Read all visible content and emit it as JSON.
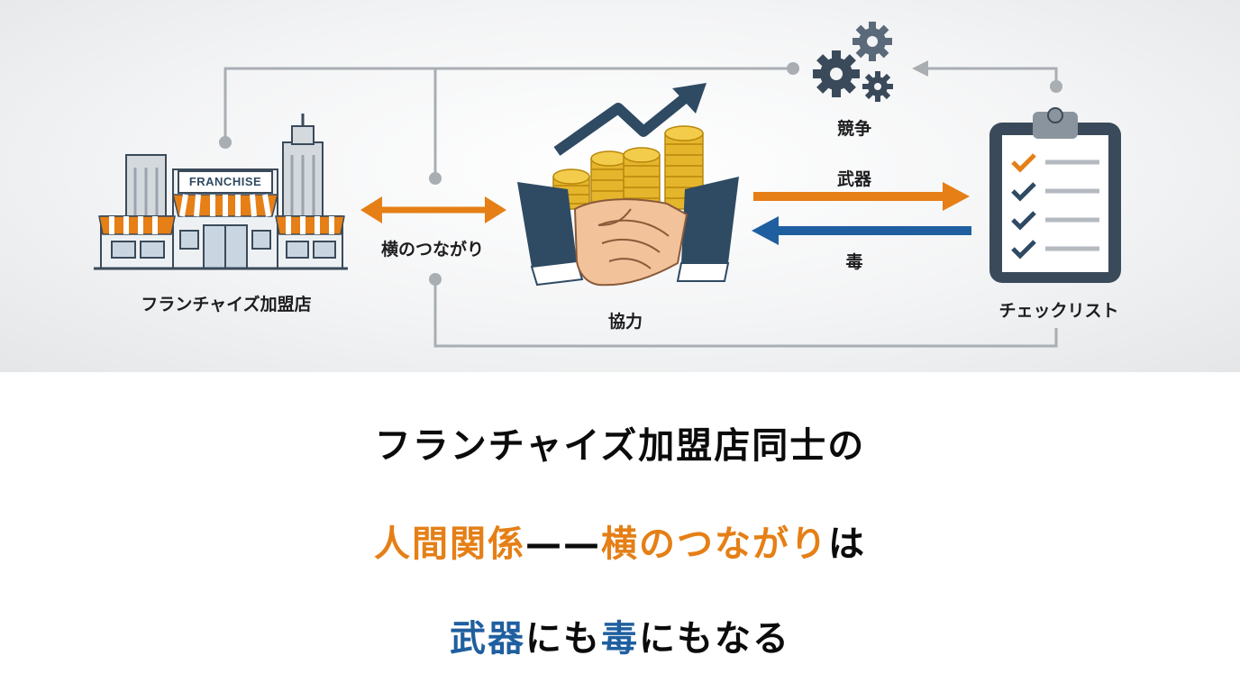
{
  "illustration": {
    "store_sign": "FRANCHISE",
    "store_label": "フランチャイズ加盟店",
    "horizontal_link_label": "横のつながり",
    "cooperation_label": "協力",
    "competition_label": "競争",
    "weapon_label": "武器",
    "poison_label": "毒",
    "checklist_label": "チェックリスト",
    "icons": [
      "store-icon",
      "handshake-icon",
      "coins-icon",
      "trend-arrow-icon",
      "gears-icon",
      "clipboard-checklist-icon"
    ]
  },
  "headline": {
    "line1": [
      {
        "text": "フランチャイズ加盟店同士の",
        "color": "black"
      }
    ],
    "line2": [
      {
        "text": "人間関係",
        "color": "orange"
      },
      {
        "text": "——",
        "color": "black"
      },
      {
        "text": "横のつながり",
        "color": "orange"
      },
      {
        "text": "は",
        "color": "black"
      }
    ],
    "line3": [
      {
        "text": "武器",
        "color": "blue"
      },
      {
        "text": "にも",
        "color": "black"
      },
      {
        "text": "毒",
        "color": "blue"
      },
      {
        "text": "にもなる",
        "color": "black"
      }
    ]
  },
  "colors": {
    "orange": "#e57f16",
    "blue": "#1f5fa0",
    "navy": "#2f4a63",
    "gold": "#e5b52c",
    "line_gray": "#a9aeb3"
  }
}
